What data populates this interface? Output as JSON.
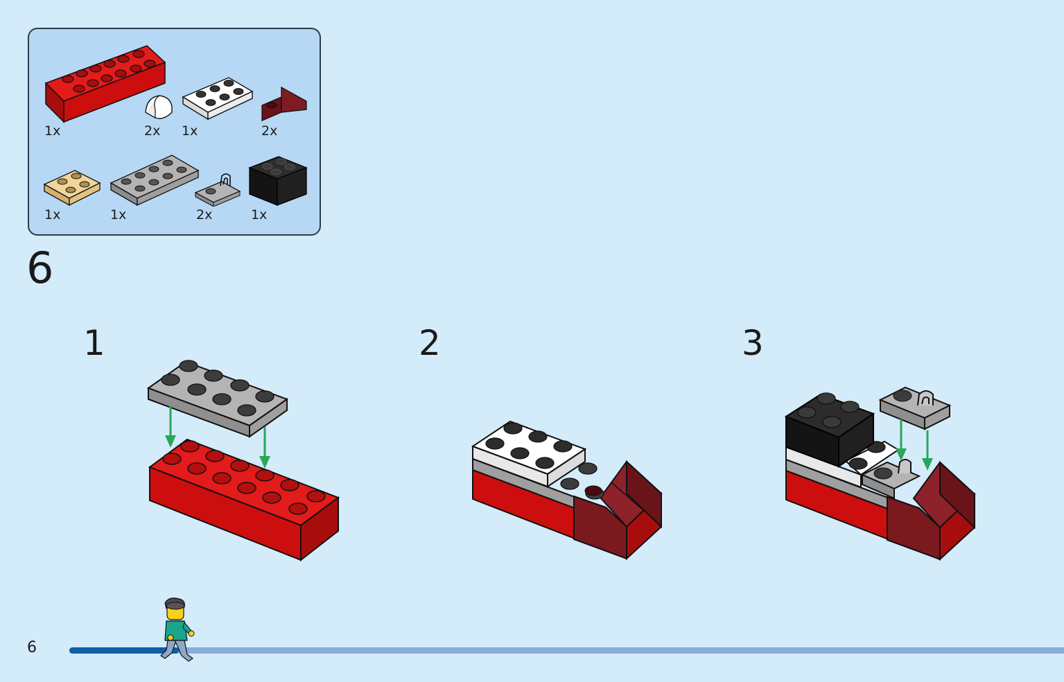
{
  "parts_list": {
    "items": [
      {
        "name": "red-brick-2x8",
        "color": "#d40000",
        "qty": "1x"
      },
      {
        "name": "white-slope-1x1-curved",
        "color": "#ffffff",
        "qty": "2x"
      },
      {
        "name": "white-plate-2x3",
        "color": "#ffffff",
        "qty": "1x"
      },
      {
        "name": "dark-red-bracket",
        "color": "#7a1a1f",
        "qty": "2x"
      },
      {
        "name": "tan-plate-2x2",
        "color": "#e7c68a",
        "qty": "1x"
      },
      {
        "name": "gray-plate-2x4",
        "color": "#a6a6a6",
        "qty": "1x"
      },
      {
        "name": "gray-clip-plate-1x1",
        "color": "#a6a6a6",
        "qty": "2x"
      },
      {
        "name": "black-brick-2x2",
        "color": "#1c1c1c",
        "qty": "1x"
      }
    ]
  },
  "step": {
    "number": "6"
  },
  "substeps": [
    {
      "number": "1"
    },
    {
      "number": "2"
    },
    {
      "number": "3"
    }
  ],
  "footer": {
    "page_number": "6",
    "progress": 0.11
  },
  "colors": {
    "background": "#d4ebfa",
    "panel": "#b6d8f4",
    "arrow": "#2aa65a",
    "progress_track": "#86aedb",
    "progress_fill": "#0e5ea8"
  }
}
